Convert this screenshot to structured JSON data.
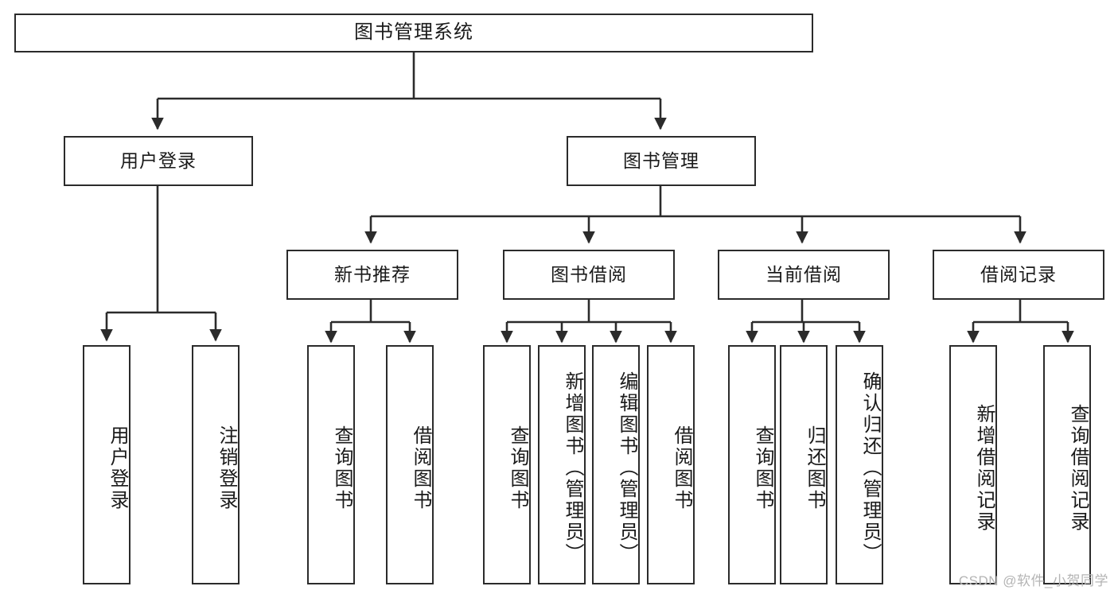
{
  "diagram": {
    "title": "图书管理系统",
    "type": "tree-hierarchy",
    "watermark": "CSDN @软件_小贺同学",
    "root": {
      "label": "图书管理系统"
    },
    "level2": [
      {
        "label": "用户登录"
      },
      {
        "label": "图书管理"
      }
    ],
    "level3": [
      {
        "label": "新书推荐"
      },
      {
        "label": "图书借阅"
      },
      {
        "label": "当前借阅"
      },
      {
        "label": "借阅记录"
      }
    ],
    "leaves": [
      {
        "label": "用户登录"
      },
      {
        "label": "注销登录"
      },
      {
        "label": "查询图书"
      },
      {
        "label": "借阅图书"
      },
      {
        "label": "查询图书"
      },
      {
        "label": "新增图书（管理员）"
      },
      {
        "label": "编辑图书（管理员）"
      },
      {
        "label": "借阅图书"
      },
      {
        "label": "查询图书"
      },
      {
        "label": "归还图书"
      },
      {
        "label": "确认归还（管理员）"
      },
      {
        "label": "新增借阅记录"
      },
      {
        "label": "查询借阅记录"
      }
    ],
    "colors": {
      "stroke": "#2b2b2b",
      "fill": "#ffffff",
      "text": "#1a1a1a",
      "watermark": "#b4b4b4"
    }
  }
}
